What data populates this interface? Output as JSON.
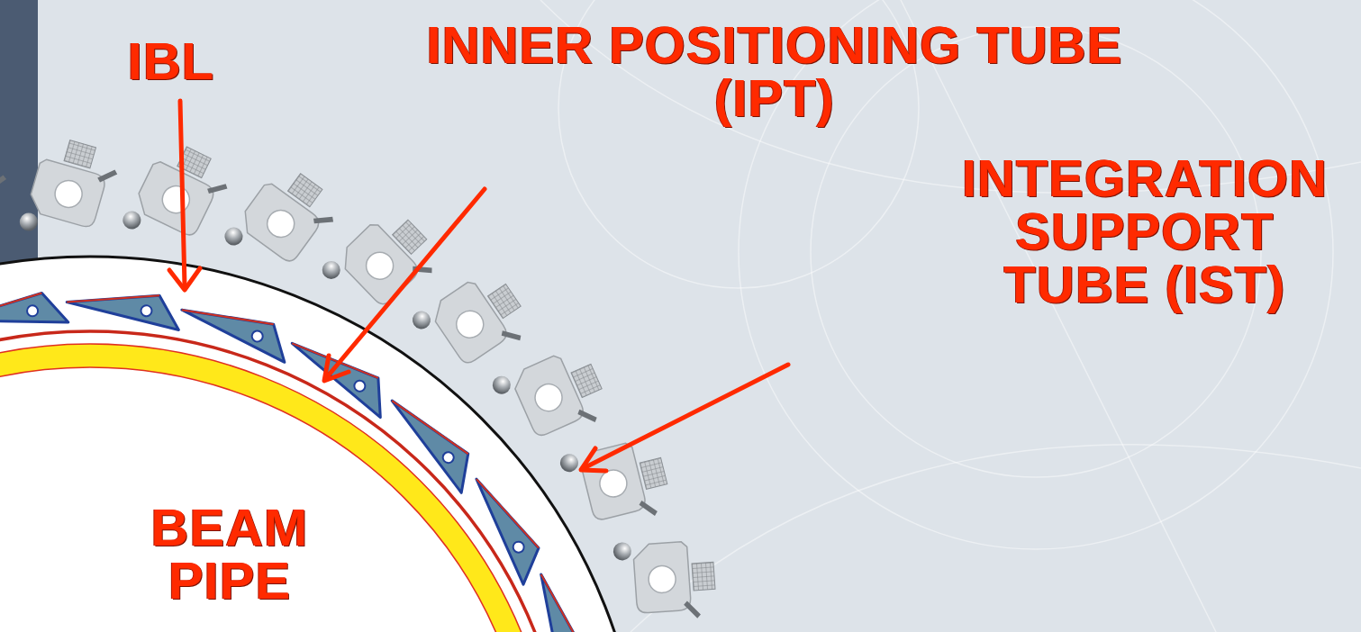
{
  "diagram": {
    "labels": [
      "IBL",
      "INNER POSITIONING TUBE (IPT)",
      "INTEGRATION SUPPORT TUBE (IST)",
      "BEAM PIPE"
    ]
  }
}
